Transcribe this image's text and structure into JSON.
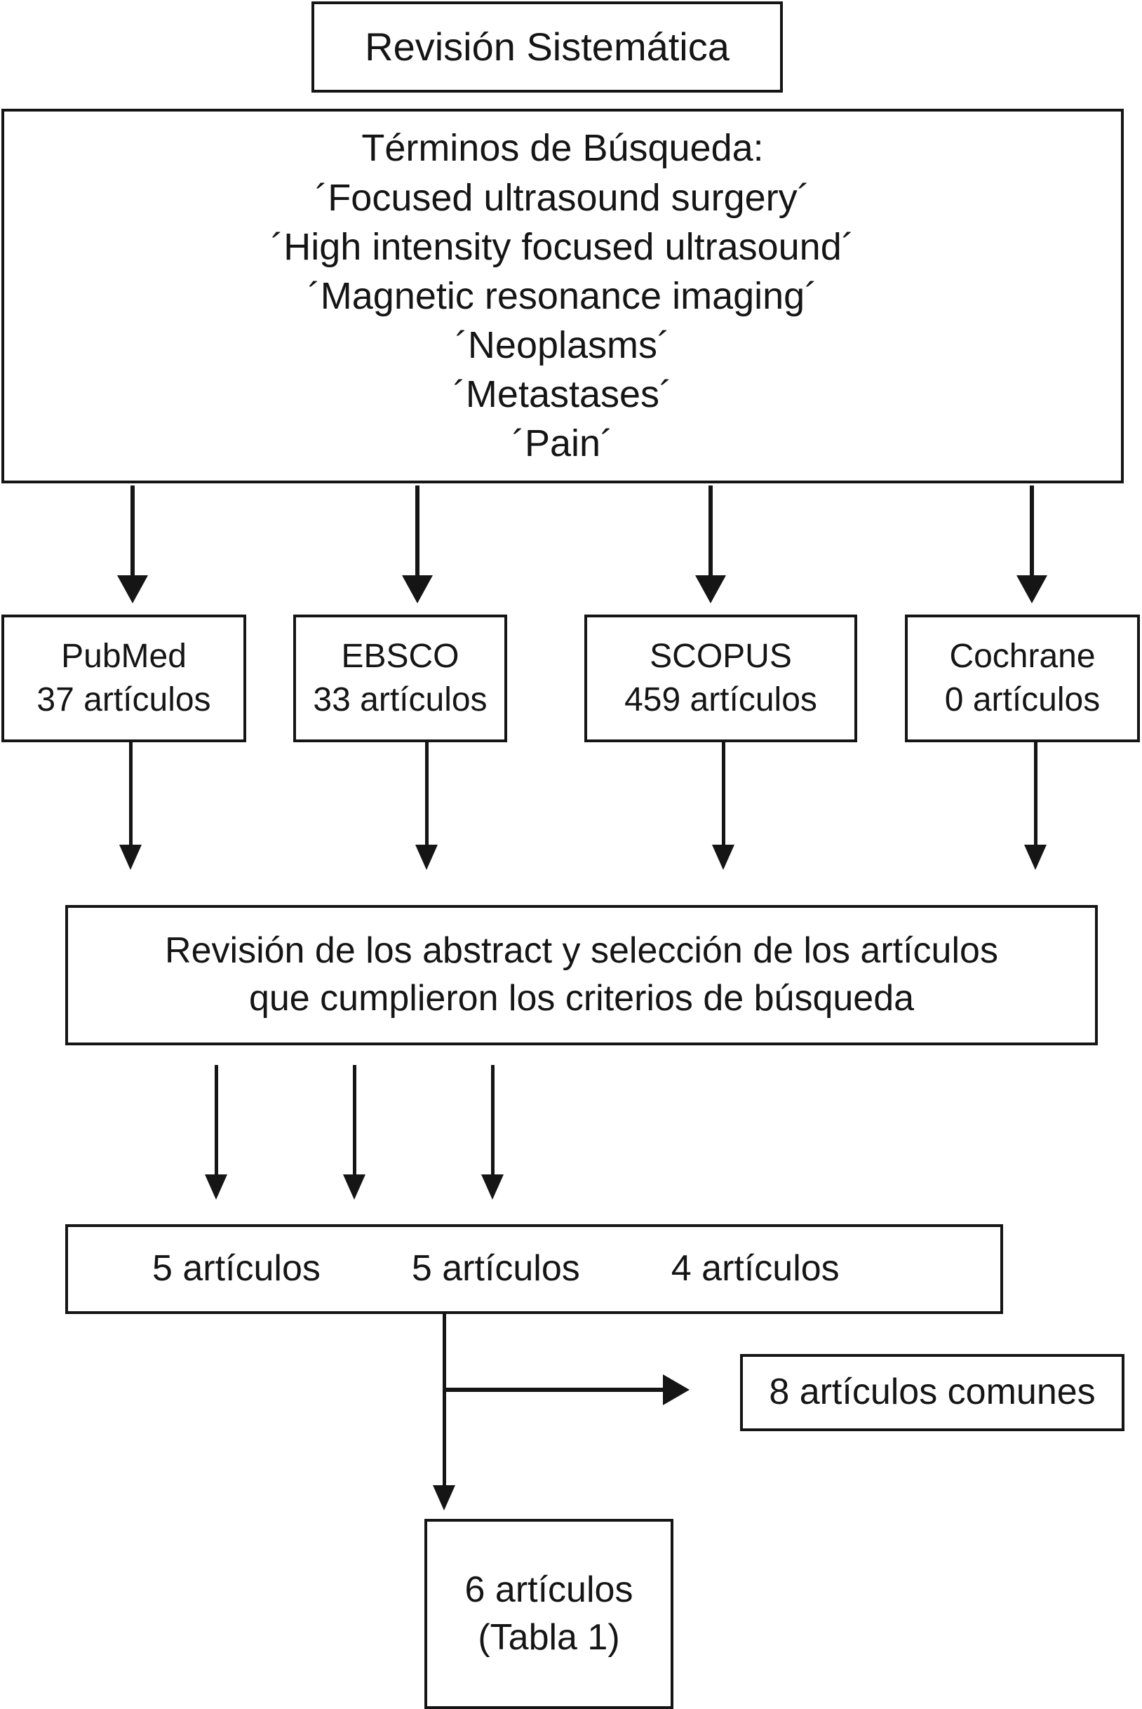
{
  "title_box": {
    "text": "Revisión Sistemática"
  },
  "search_terms_box": {
    "heading": "Términos de Búsqueda:",
    "terms": [
      "´Focused ultrasound surgery´",
      "´High intensity focused ultrasound´",
      "´Magnetic resonance imaging´",
      "´Neoplasms´",
      "´Metastases´",
      "´Pain´"
    ]
  },
  "databases": [
    {
      "name": "PubMed",
      "count": "37 artículos"
    },
    {
      "name": "EBSCO",
      "count": "33 artículos"
    },
    {
      "name": "SCOPUS",
      "count": "459 artículos"
    },
    {
      "name": "Cochrane",
      "count": "0 artículos"
    }
  ],
  "abstract_box": {
    "line1": "Revisión de los abstract y selección de los artículos",
    "line2": "que cumplieron los criterios de búsqueda"
  },
  "counts_box": {
    "items": [
      "5 artículos",
      "5 artículos",
      "4 artículos"
    ]
  },
  "common_box": {
    "text": "8 artículos comunes"
  },
  "final_box": {
    "line1": "6 artículos",
    "line2": "(Tabla 1)"
  },
  "colors": {
    "stroke": "#151515",
    "background": "#ffffff"
  },
  "chart_data": {
    "type": "diagram",
    "title": "Revisión Sistemática",
    "nodes": [
      {
        "id": "title",
        "label": "Revisión Sistemática"
      },
      {
        "id": "terms",
        "label": "Términos de Búsqueda"
      },
      {
        "id": "pubmed",
        "label": "PubMed",
        "value": 37
      },
      {
        "id": "ebsco",
        "label": "EBSCO",
        "value": 33
      },
      {
        "id": "scopus",
        "label": "SCOPUS",
        "value": 459
      },
      {
        "id": "cochrane",
        "label": "Cochrane",
        "value": 0
      },
      {
        "id": "abstract",
        "label": "Revisión de los abstract y selección de los artículos que cumplieron los criterios de búsqueda"
      },
      {
        "id": "counts",
        "label": "5 artículos / 5 artículos / 4 artículos",
        "values": [
          5,
          5,
          4
        ]
      },
      {
        "id": "common",
        "label": "8 artículos comunes",
        "value": 8
      },
      {
        "id": "final",
        "label": "6 artículos (Tabla 1)",
        "value": 6
      }
    ],
    "edges": [
      {
        "from": "terms",
        "to": "pubmed"
      },
      {
        "from": "terms",
        "to": "ebsco"
      },
      {
        "from": "terms",
        "to": "scopus"
      },
      {
        "from": "terms",
        "to": "cochrane"
      },
      {
        "from": "pubmed",
        "to": "abstract"
      },
      {
        "from": "ebsco",
        "to": "abstract"
      },
      {
        "from": "scopus",
        "to": "abstract"
      },
      {
        "from": "cochrane",
        "to": "abstract"
      },
      {
        "from": "abstract",
        "to": "counts"
      },
      {
        "from": "counts",
        "to": "common"
      },
      {
        "from": "counts",
        "to": "final"
      }
    ]
  }
}
